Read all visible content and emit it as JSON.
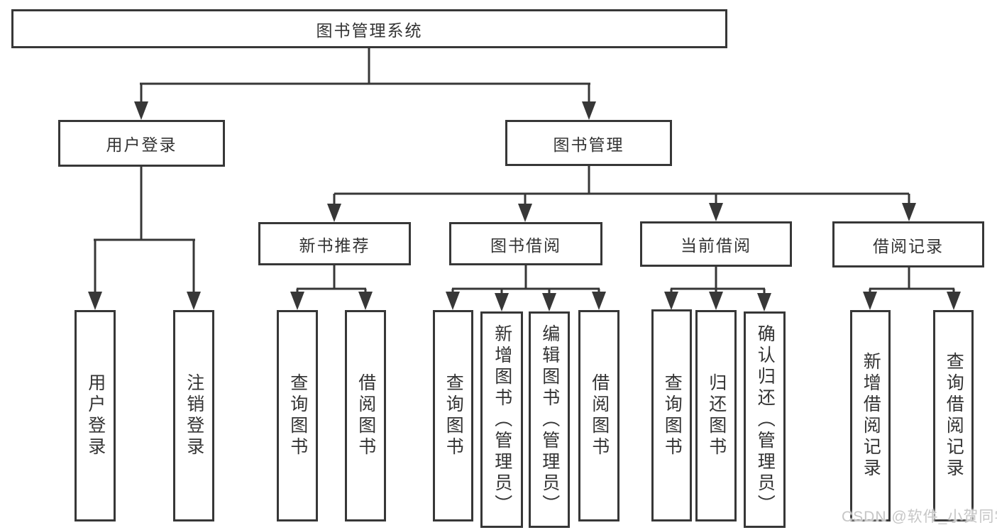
{
  "tree": {
    "root": "图书管理系统",
    "branches": [
      {
        "label": "用户登录",
        "leaves": [
          "用户登录",
          "注销登录"
        ]
      },
      {
        "label": "图书管理",
        "groups": [
          {
            "label": "新书推荐",
            "leaves": [
              "查询图书",
              "借阅图书"
            ]
          },
          {
            "label": "图书借阅",
            "leaves": [
              "查询图书",
              "新增图书（管理员）",
              "编辑图书（管理员）",
              "借阅图书"
            ]
          },
          {
            "label": "当前借阅",
            "leaves": [
              "查询图书",
              "归还图书",
              "确认归还（管理员）"
            ]
          },
          {
            "label": "借阅记录",
            "leaves": [
              "新增借阅记录",
              "查询借阅记录"
            ]
          }
        ]
      }
    ]
  },
  "watermark": "CSDN @软件_小贺同学",
  "colors": {
    "line": "#373737",
    "text": "#333333",
    "watermark": "#c6c6c6",
    "background": "#ffffff"
  }
}
